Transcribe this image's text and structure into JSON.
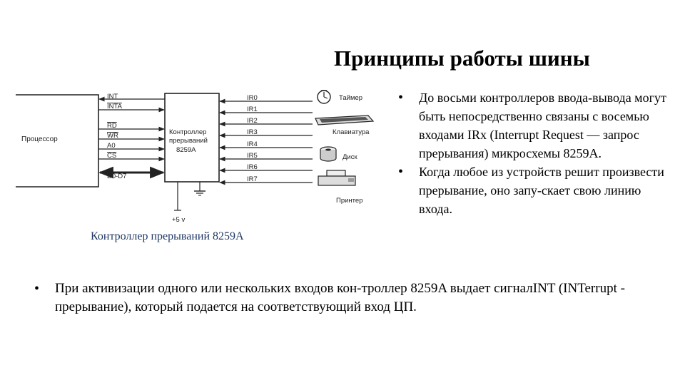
{
  "title": "Принципы работы шины",
  "diagram": {
    "processor_label": "Процессор",
    "controller_label_lines": [
      "Контроллер",
      "прерываний",
      "8259A"
    ],
    "cpu_signals": [
      "INT",
      "INTA",
      "RD",
      "WR",
      "A0",
      "CS",
      "D0-D7"
    ],
    "ir_inputs": [
      "IR0",
      "IR1",
      "IR2",
      "IR3",
      "IR4",
      "IR5",
      "IR6",
      "IR7"
    ],
    "power_label": "+5 v",
    "devices": [
      "Таймер",
      "Клавиатура",
      "Диск",
      "Принтер"
    ],
    "device_icons": [
      "clock-icon",
      "keyboard-icon",
      "disk-icon",
      "printer-icon"
    ]
  },
  "caption": "Контроллер прерываний 8259A",
  "right_bullets": [
    "До восьми контроллеров ввода-вывода могут быть непосредственно связаны с восемью входами IRx (Interrupt Request — запрос прерывания) микросхемы 8259A.",
    "Когда любое из устройств решит произвести прерывание, оно запу-скает свою линию входа."
  ],
  "bottom_bullet": "При активизации одного или нескольких входов кон-троллер 8259A выдает сигналINT (INTerrupt - прерывание), который подается на соответствующий вход ЦП."
}
